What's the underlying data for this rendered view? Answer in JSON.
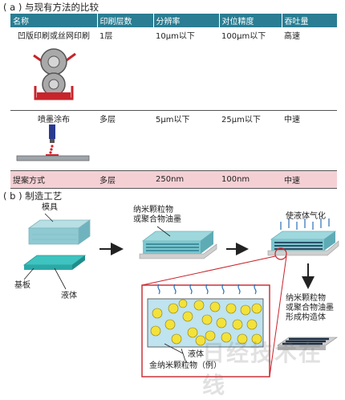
{
  "section_a": {
    "title": "( a ) 与现有方法的比较",
    "columns": [
      "名称",
      "印刷层数",
      "分辨率",
      "对位精度",
      "吞吐量"
    ],
    "rows": [
      {
        "name": "凹版印刷或丝网印刷",
        "layers": "1层",
        "resolution": "10μm以下",
        "alignment": "100μm以下",
        "throughput": "高速"
      },
      {
        "name": "喷墨涂布",
        "layers": "多层",
        "resolution": "5μm以下",
        "alignment": "25μm以下",
        "throughput": "中速"
      },
      {
        "name": "提案方式",
        "layers": "多层",
        "resolution": "250nm",
        "alignment": "100nm",
        "throughput": "中速"
      }
    ]
  },
  "section_b": {
    "title": "( b ) 制造工艺",
    "labels": {
      "mold": "模具",
      "substrate": "基板",
      "liquid": "液体",
      "nano_ink": "纳米颗粒物\n或聚合物油墨",
      "vaporize": "使液体气化",
      "form_structure": "纳米颗粒物\n或聚合物油墨\n形成构造体",
      "liquid_small": "液体",
      "gold_example": "金纳米颗粒物（例）"
    }
  },
  "watermark": "日经技术在线",
  "colors": {
    "header": "#2a7d92",
    "proposed_row": "#f4d0d4",
    "teal": "#45c1c0",
    "gold": "#f3e23a",
    "red": "#c8242b"
  }
}
